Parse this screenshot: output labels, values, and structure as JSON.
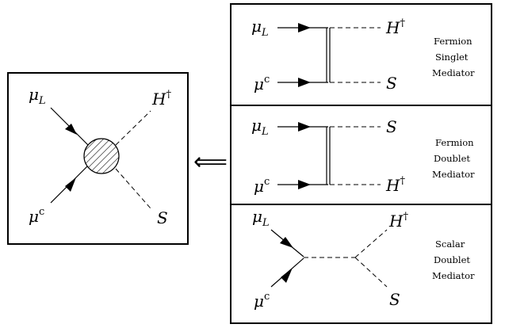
{
  "effective_vertex": {
    "labels": {
      "muL": "μ",
      "muL_sub": "L",
      "muc": "μ",
      "muc_sup": "c",
      "Hdag": "H",
      "Hdag_sup": "†",
      "S": "S"
    }
  },
  "implies_arrow": "⟸",
  "panels": [
    {
      "id": "fermion-singlet",
      "description_lines": [
        "Fermion",
        "Singlet",
        "Mediator"
      ],
      "labels": {
        "muL": "μ",
        "muL_sub": "L",
        "muc": "μ",
        "muc_sup": "c",
        "top_scalar": "H",
        "top_scalar_sup": "†",
        "bottom_scalar": "S"
      }
    },
    {
      "id": "fermion-doublet",
      "description_lines": [
        "Fermion",
        "Doublet",
        "Mediator"
      ],
      "labels": {
        "muL": "μ",
        "muL_sub": "L",
        "muc": "μ",
        "muc_sup": "c",
        "top_scalar": "S",
        "bottom_scalar": "H",
        "bottom_scalar_sup": "†"
      }
    },
    {
      "id": "scalar-doublet",
      "description_lines": [
        "Scalar",
        "Doublet",
        "Mediator"
      ],
      "labels": {
        "muL": "μ",
        "muL_sub": "L",
        "muc": "μ",
        "muc_sup": "c",
        "top_scalar": "H",
        "top_scalar_sup": "†",
        "bottom_scalar": "S"
      }
    }
  ]
}
